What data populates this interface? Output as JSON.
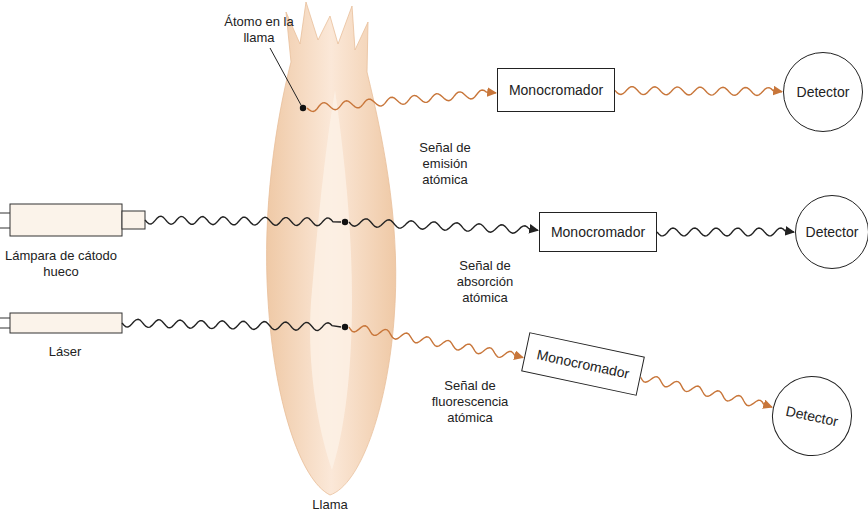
{
  "diagram": {
    "nodes": [
      {
        "text": [
          "Monocromador"
        ]
      },
      {
        "text": [
          "Detector"
        ]
      },
      {
        "text": [
          "Monocromador"
        ]
      },
      {
        "text": [
          "Detector"
        ]
      },
      {
        "text": [
          "Monocromador"
        ]
      },
      {
        "text": [
          "Detector"
        ]
      }
    ],
    "edges": [
      {
        "from": 0,
        "to": 1,
        "arrow": "to"
      },
      {
        "from": 2,
        "to": 3,
        "arrow": "to"
      },
      {
        "from": 4,
        "to": 5,
        "arrow": "to"
      }
    ],
    "labels": [
      "Átomo en la llama",
      "Señal de emisión atómica",
      "Lámpara de cátodo hueco",
      "Señal de absorción atómica",
      "Láser",
      "Señal de fluorescencia atómica",
      "Llama"
    ]
  }
}
